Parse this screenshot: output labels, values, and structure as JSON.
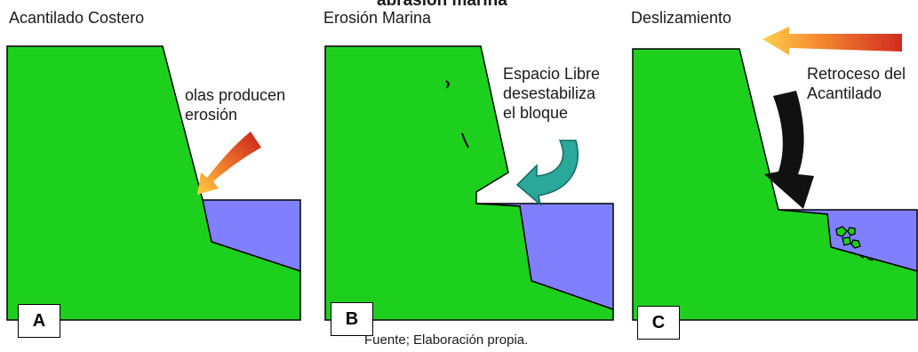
{
  "heading": "abrasión marina",
  "panels": [
    {
      "title": "Acantilado Costero",
      "note": "olas producen\nerosión",
      "letter": "A"
    },
    {
      "title": "Erosión Marina",
      "note": "Espacio Libre\ndesestabiliza\nel bloque",
      "letter": "B"
    },
    {
      "title": "Deslizamiento",
      "note": "Retroceso del\nAcantilado",
      "letter": "C"
    }
  ],
  "source": "Fuente; Elaboración propia.",
  "colors": {
    "land": "#1ed01e",
    "water": "#8080ff",
    "teal_arrow": "#2aa89a",
    "heat_arrow": "#e8502a"
  }
}
